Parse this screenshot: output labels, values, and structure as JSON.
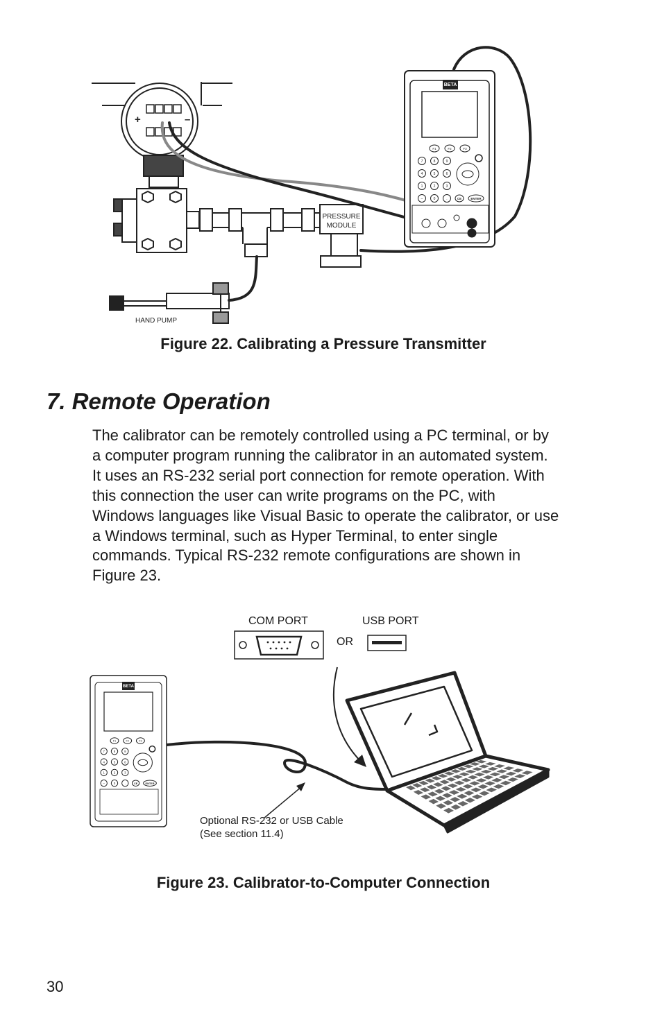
{
  "figure22": {
    "caption": "Figure 22. Calibrating a Pressure Transmitter",
    "labels": {
      "pressure_module_line1": "PRESSURE",
      "pressure_module_line2": "MODULE",
      "hand_pump": "HAND PUMP",
      "plus": "+",
      "minus": "–"
    }
  },
  "calibrator": {
    "brand": "BETA",
    "function_keys": [
      "F1",
      "F2",
      "F3"
    ],
    "numeric_keys": [
      "7",
      "8",
      "9",
      "4",
      "5",
      "6",
      "1",
      "2",
      "3",
      "–",
      "0",
      "."
    ],
    "ce_key": "CE",
    "enter_key": "ENTER"
  },
  "section": {
    "title": "7. Remote Operation",
    "body_lines": [
      "The calibrator can be remotely controlled using a PC terminal, or by",
      "a computer program running the calibrator in an automated system.",
      "It uses an RS-232 serial port connection for remote operation. With",
      "this connection the user can write programs on the PC, with",
      "Windows languages like Visual Basic to operate the calibrator, or use",
      "a Windows terminal, such as Hyper Terminal, to enter single",
      "commands. Typical RS-232 remote configurations are shown in",
      "Figure 23."
    ]
  },
  "figure23": {
    "caption": "Figure 23. Calibrator-to-Computer Connection",
    "com_port": "COM PORT",
    "usb_port": "USB PORT",
    "or_label": "OR",
    "cable_note_line1": "Optional RS-232 or USB Cable",
    "cable_note_line2": "(See section 11.4)"
  },
  "page_number": "30"
}
